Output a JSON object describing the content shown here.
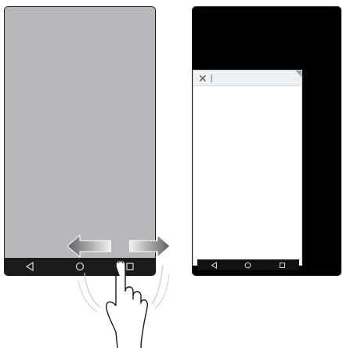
{
  "left_screen": {
    "navbar": {
      "buttons": [
        "back-icon",
        "home-icon",
        "recents-icon"
      ]
    },
    "gesture": {
      "arrows": [
        "left",
        "right"
      ],
      "hand": "swipe-up-hand"
    }
  },
  "right_screen": {
    "app_card": {
      "close_glyph": "✕",
      "title": "|"
    },
    "navbar": {
      "buttons": [
        "back-icon",
        "home-icon",
        "recents-icon"
      ]
    }
  },
  "colors": {
    "screen_gray": "#b6b8bb",
    "navbar": "#1b1b1b",
    "arrow_gray": "#6f6f6f"
  }
}
